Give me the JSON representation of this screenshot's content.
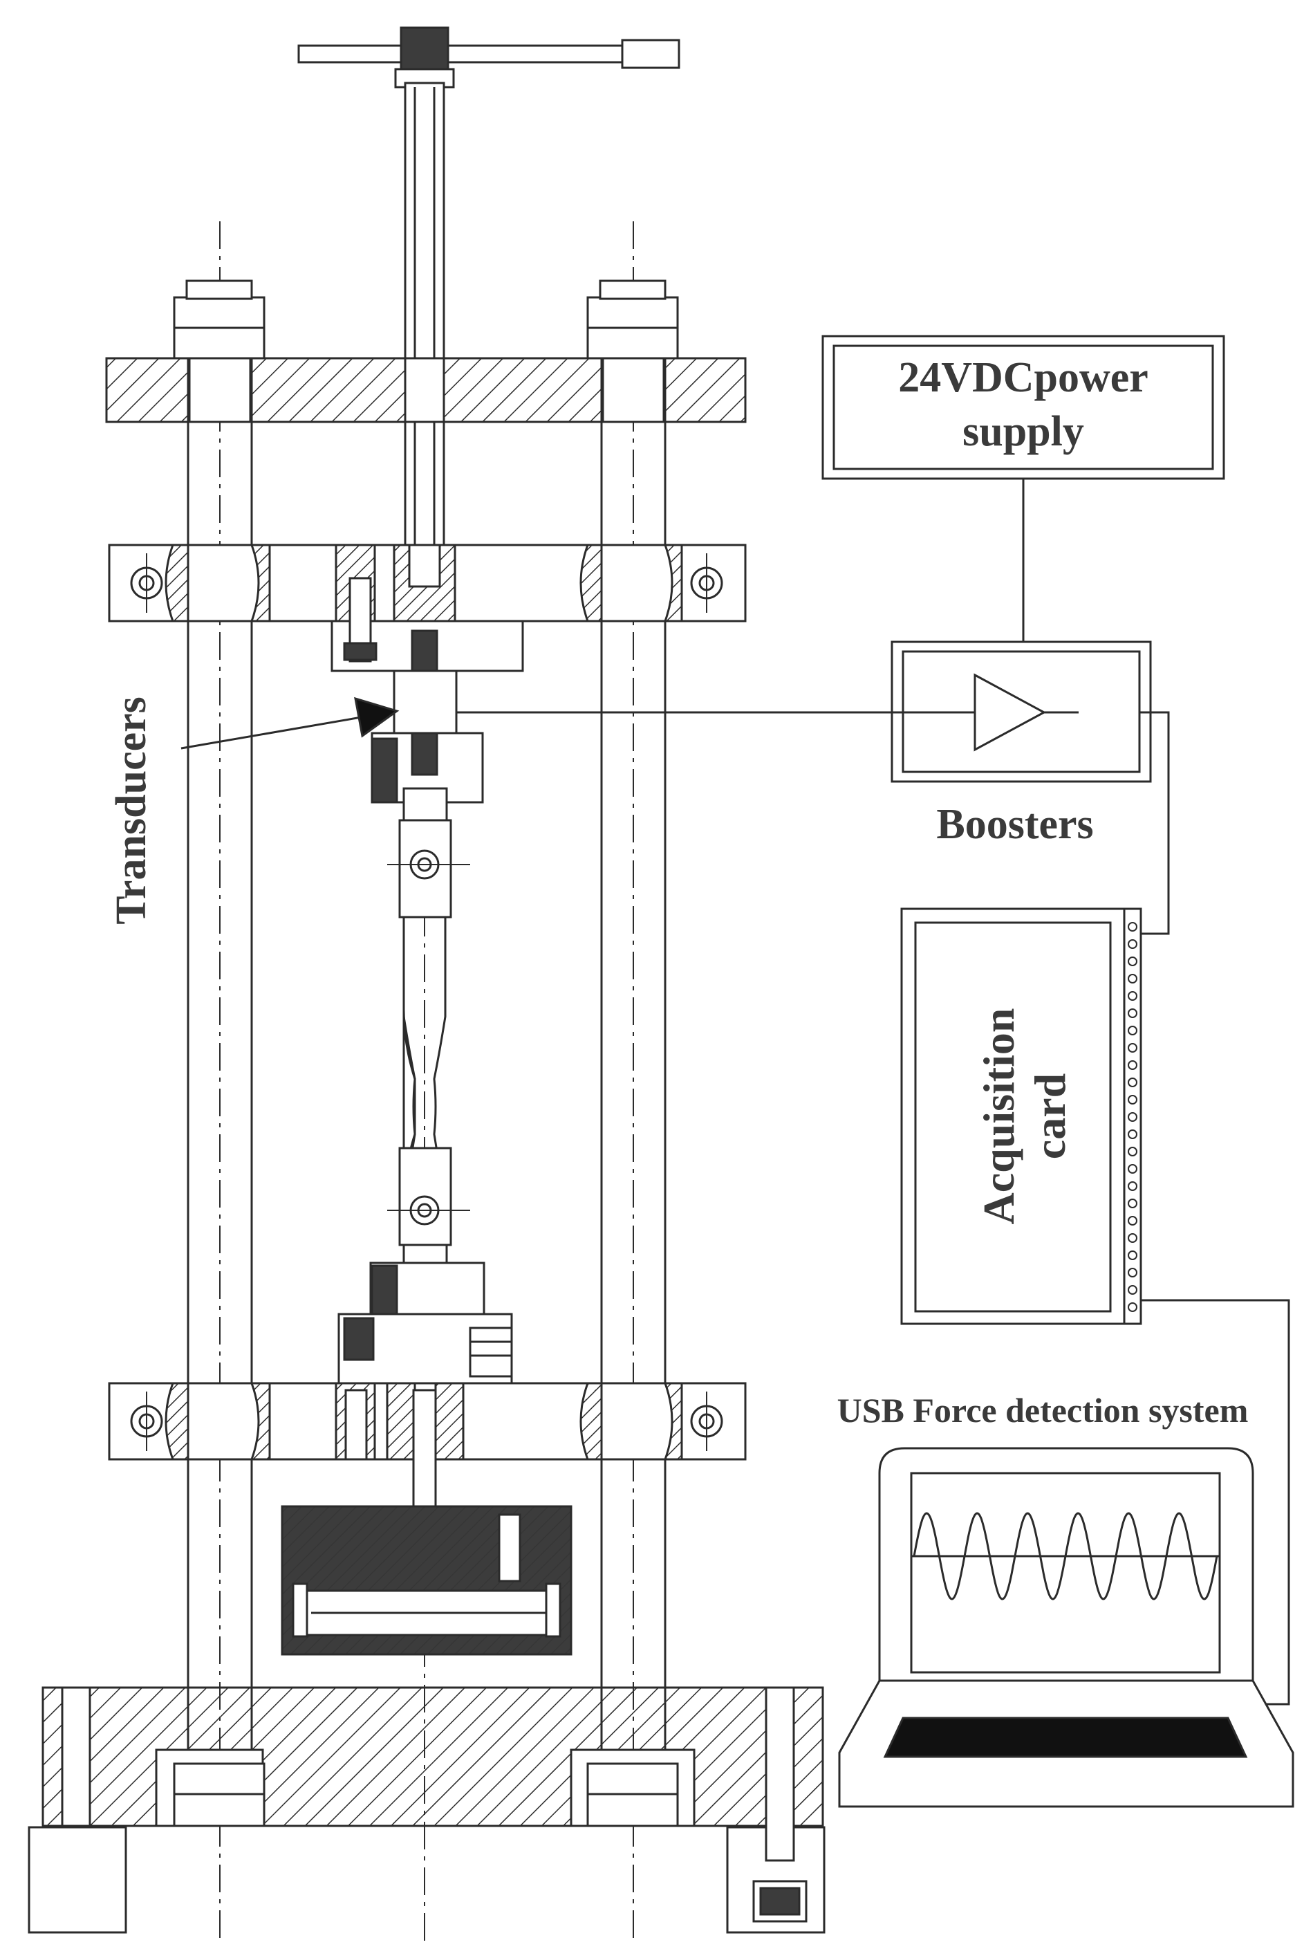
{
  "labels": {
    "power_supply_line1": "24VDCpower",
    "power_supply_line2": "supply",
    "boosters": "Boosters",
    "transducers": "Transducers",
    "acquisition_line1": "Acquisition",
    "acquisition_line2": "card",
    "usb_system": "USB Force detection system"
  },
  "colors": {
    "line": "#2b2b2b",
    "label": "#3a3a3a",
    "background": "#ffffff",
    "fill_dark": "#3c3c3c"
  }
}
